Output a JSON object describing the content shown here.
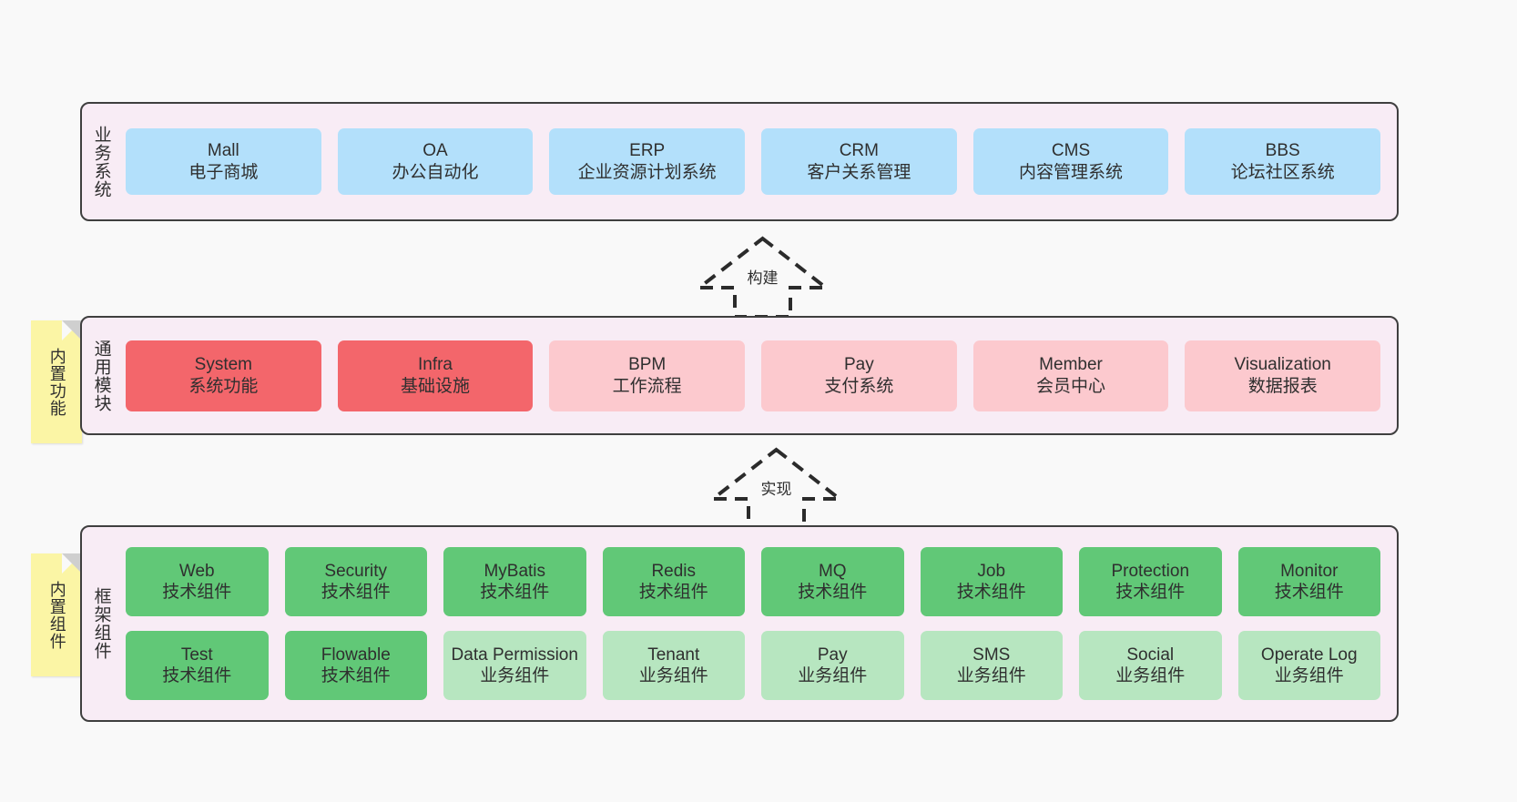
{
  "background": "#f9f9f9",
  "layers": [
    {
      "id": "business-system",
      "title": "业务系统",
      "panel_color": "#f8ecf5",
      "rows": [
        {
          "cards": [
            {
              "title": "Mall",
              "subtitle": "电子商城",
              "color": "#b3e0fb",
              "style": "c-blue"
            },
            {
              "title": "OA",
              "subtitle": "办公自动化",
              "color": "#b3e0fb",
              "style": "c-blue"
            },
            {
              "title": "ERP",
              "subtitle": "企业资源计划系统",
              "color": "#b3e0fb",
              "style": "c-blue"
            },
            {
              "title": "CRM",
              "subtitle": "客户关系管理",
              "color": "#b3e0fb",
              "style": "c-blue"
            },
            {
              "title": "CMS",
              "subtitle": "内容管理系统",
              "color": "#b3e0fb",
              "style": "c-blue"
            },
            {
              "title": "BBS",
              "subtitle": "论坛社区系统",
              "color": "#b3e0fb",
              "style": "c-blue"
            }
          ]
        }
      ]
    },
    {
      "id": "common-modules",
      "title": "通用模块",
      "panel_color": "#f8ecf5",
      "sticky": "内置功能",
      "rows": [
        {
          "cards": [
            {
              "title": "System",
              "subtitle": "系统功能",
              "color": "#f3666b",
              "style": "c-red"
            },
            {
              "title": "Infra",
              "subtitle": "基础设施",
              "color": "#f3666b",
              "style": "c-red"
            },
            {
              "title": "BPM",
              "subtitle": "工作流程",
              "color": "#fcc9ce",
              "style": "c-pink"
            },
            {
              "title": "Pay",
              "subtitle": "支付系统",
              "color": "#fcc9ce",
              "style": "c-pink"
            },
            {
              "title": "Member",
              "subtitle": "会员中心",
              "color": "#fcc9ce",
              "style": "c-pink"
            },
            {
              "title": "Visualization",
              "subtitle": "数据报表",
              "color": "#fcc9ce",
              "style": "c-pink"
            }
          ]
        }
      ]
    },
    {
      "id": "framework-components",
      "title": "框架组件",
      "panel_color": "#f8ecf5",
      "sticky": "内置组件",
      "rows": [
        {
          "cards": [
            {
              "title": "Web",
              "subtitle": "技术组件",
              "color": "#61c877",
              "style": "c-green"
            },
            {
              "title": "Security",
              "subtitle": "技术组件",
              "color": "#61c877",
              "style": "c-green"
            },
            {
              "title": "MyBatis",
              "subtitle": "技术组件",
              "color": "#61c877",
              "style": "c-green"
            },
            {
              "title": "Redis",
              "subtitle": "技术组件",
              "color": "#61c877",
              "style": "c-green"
            },
            {
              "title": "MQ",
              "subtitle": "技术组件",
              "color": "#61c877",
              "style": "c-green"
            },
            {
              "title": "Job",
              "subtitle": "技术组件",
              "color": "#61c877",
              "style": "c-green"
            },
            {
              "title": "Protection",
              "subtitle": "技术组件",
              "color": "#61c877",
              "style": "c-green"
            },
            {
              "title": "Monitor",
              "subtitle": "技术组件",
              "color": "#61c877",
              "style": "c-green"
            }
          ]
        },
        {
          "cards": [
            {
              "title": "Test",
              "subtitle": "技术组件",
              "color": "#61c877",
              "style": "c-green"
            },
            {
              "title": "Flowable",
              "subtitle": "技术组件",
              "color": "#61c877",
              "style": "c-green"
            },
            {
              "title": "Data Permission",
              "subtitle": "业务组件",
              "color": "#b7e6c0",
              "style": "c-lgreen"
            },
            {
              "title": "Tenant",
              "subtitle": "业务组件",
              "color": "#b7e6c0",
              "style": "c-lgreen"
            },
            {
              "title": "Pay",
              "subtitle": "业务组件",
              "color": "#b7e6c0",
              "style": "c-lgreen"
            },
            {
              "title": "SMS",
              "subtitle": "业务组件",
              "color": "#b7e6c0",
              "style": "c-lgreen"
            },
            {
              "title": "Social",
              "subtitle": "业务组件",
              "color": "#b7e6c0",
              "style": "c-lgreen"
            },
            {
              "title": "Operate Log",
              "subtitle": "业务组件",
              "color": "#b7e6c0",
              "style": "c-lgreen"
            }
          ]
        }
      ]
    }
  ],
  "connectors": [
    {
      "id": "build",
      "label": "构建",
      "style": "dashed-hollow-arrow-up"
    },
    {
      "id": "implement",
      "label": "实现",
      "style": "dashed-hollow-arrow-up"
    }
  ]
}
